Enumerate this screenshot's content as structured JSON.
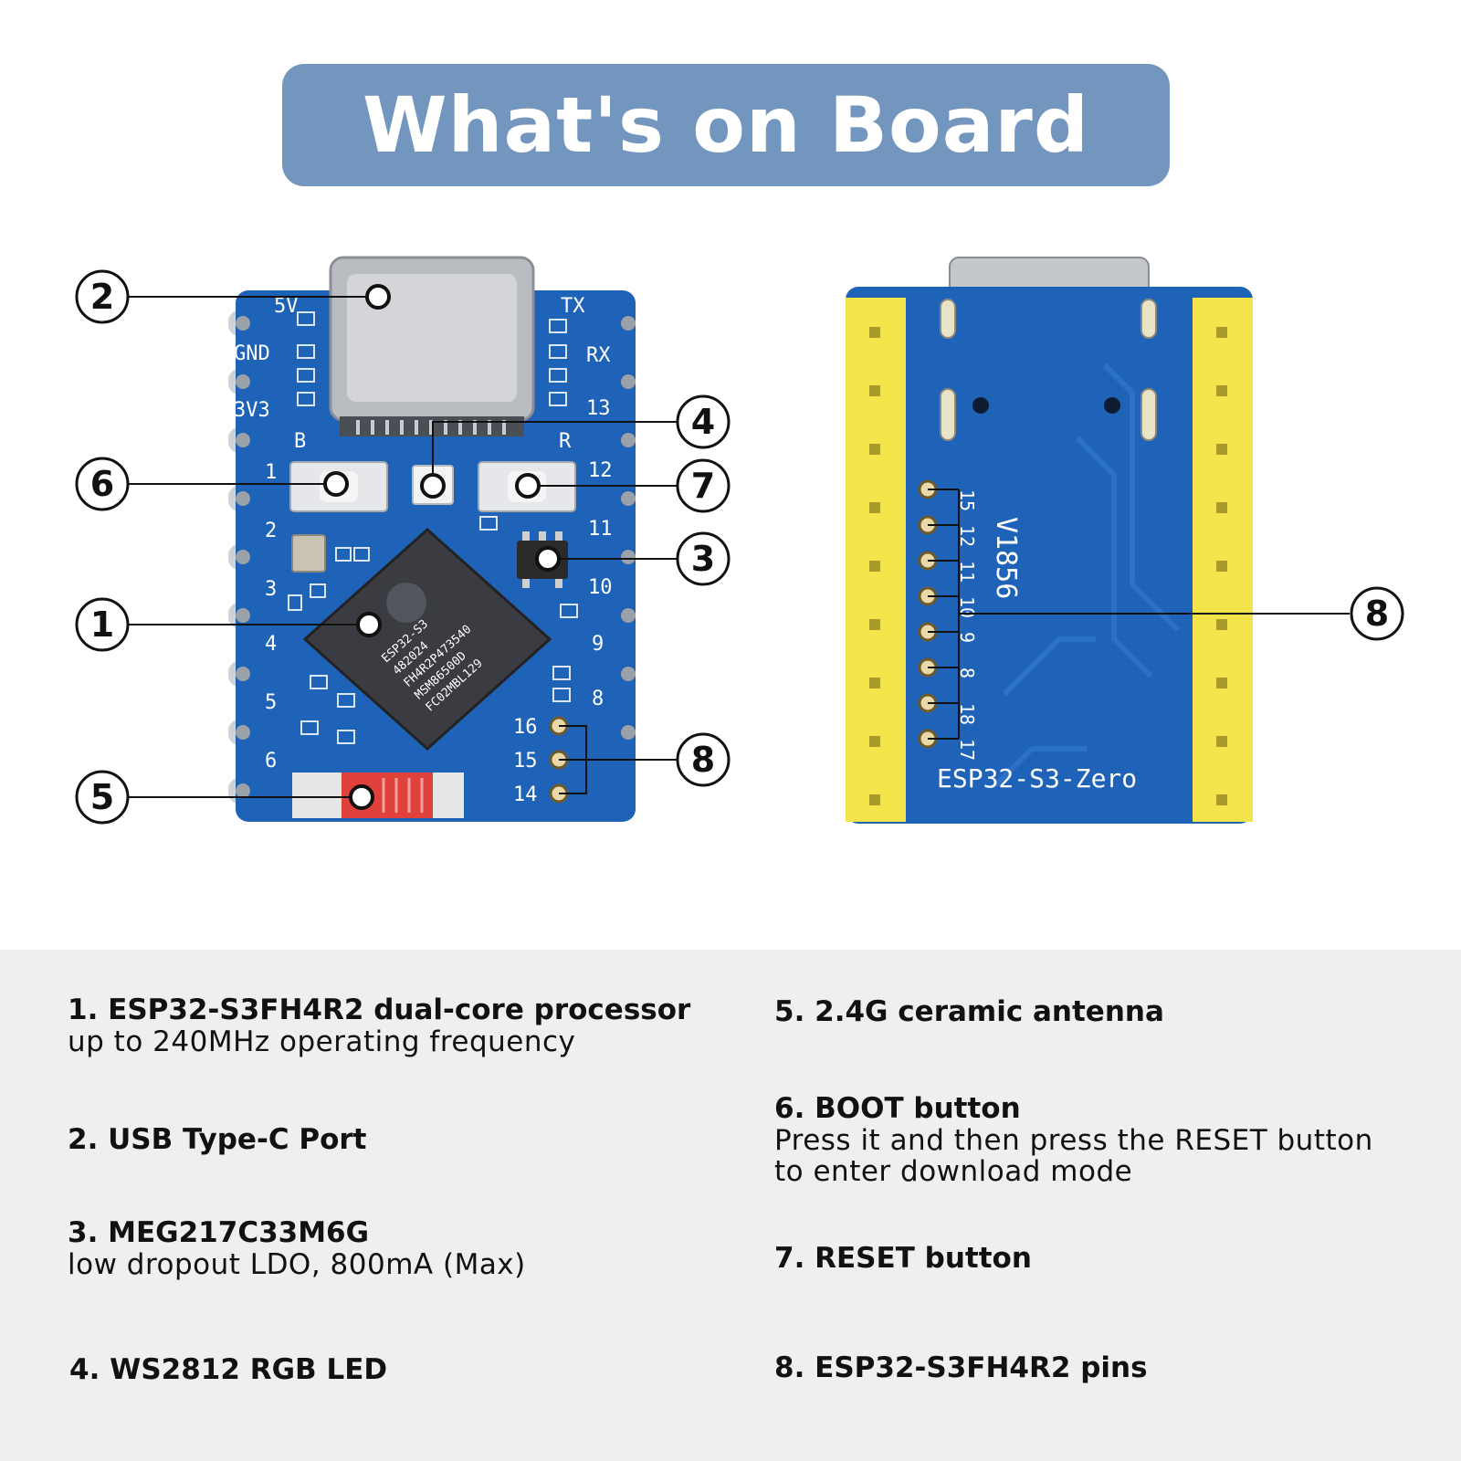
{
  "title": "What's on Board",
  "colors": {
    "banner": "#7396be",
    "pcb": "#1f63b8",
    "header_pins": "#f2e44a",
    "panel": "#efefef"
  },
  "front": {
    "left_labels": [
      "5V",
      "GND",
      "3V3",
      "1",
      "2",
      "3",
      "4",
      "5",
      "6"
    ],
    "right_labels": [
      "TX",
      "RX",
      "13",
      "12",
      "11",
      "10",
      "9",
      "8"
    ],
    "pad_labels": [
      "16",
      "15",
      "14"
    ],
    "button_letters": [
      "B",
      "R"
    ],
    "chip_lines": [
      "ESP32-S3",
      "482024",
      "FH4R2P473540",
      "MSM86500D",
      "FC02MBL129"
    ]
  },
  "back": {
    "version": "V1856",
    "board_name": "ESP32-S3-Zero",
    "pin_labels": [
      "15",
      "12",
      "11",
      "10",
      "9",
      "8",
      "18",
      "17"
    ]
  },
  "callouts": [
    "1",
    "2",
    "3",
    "4",
    "5",
    "6",
    "7",
    "8"
  ],
  "items": [
    {
      "title": "1. ESP32-S3FH4R2 dual-core processor",
      "desc": "up to 240MHz operating frequency"
    },
    {
      "title": "2. USB Type-C Port",
      "desc": ""
    },
    {
      "title": "3. MEG217C33M6G",
      "desc": "low dropout LDO, 800mA (Max)"
    },
    {
      "title": "4. WS2812 RGB LED",
      "desc": ""
    },
    {
      "title": "5. 2.4G ceramic antenna",
      "desc": ""
    },
    {
      "title": "6. BOOT button",
      "desc": "Press it and then press the RESET button",
      "desc2": "to enter download mode"
    },
    {
      "title": "7. RESET button",
      "desc": ""
    },
    {
      "title": "8. ESP32-S3FH4R2 pins",
      "desc": ""
    }
  ]
}
